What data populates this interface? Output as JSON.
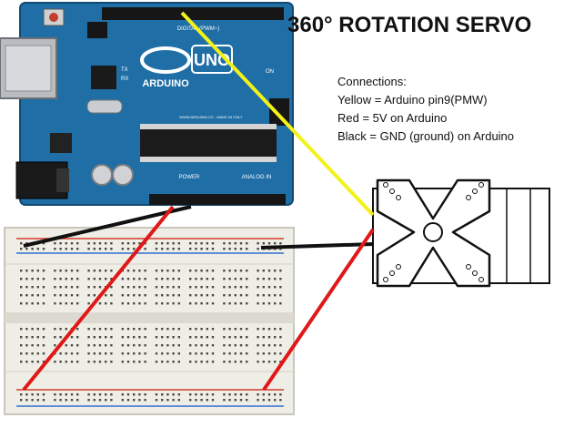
{
  "title": "360° ROTATION SERVO",
  "connections": {
    "heading": "Connections:",
    "yellow": "Yellow = Arduino pin9(PMW)",
    "red": "Red = 5V on Arduino",
    "black": "Black = GND (ground) on Arduino"
  },
  "board": {
    "logo": "ARDUINO",
    "model": "UNO",
    "digital_label": "DIGITAL (PWM~)",
    "power_label": "POWER",
    "analog_label": "ANALOG IN",
    "on_label": "ON",
    "tx_label": "TX",
    "rx_label": "RX",
    "site": "WWW.ARDUINO.CC - MADE IN ITALY"
  },
  "colors": {
    "board": "#1f6ea6",
    "wire_yellow": "#f2f21a",
    "wire_red": "#e01818",
    "wire_black": "#111111",
    "breadboard": "#efeee6",
    "rail_red": "#d33a2c",
    "rail_blue": "#2f6fd0"
  }
}
